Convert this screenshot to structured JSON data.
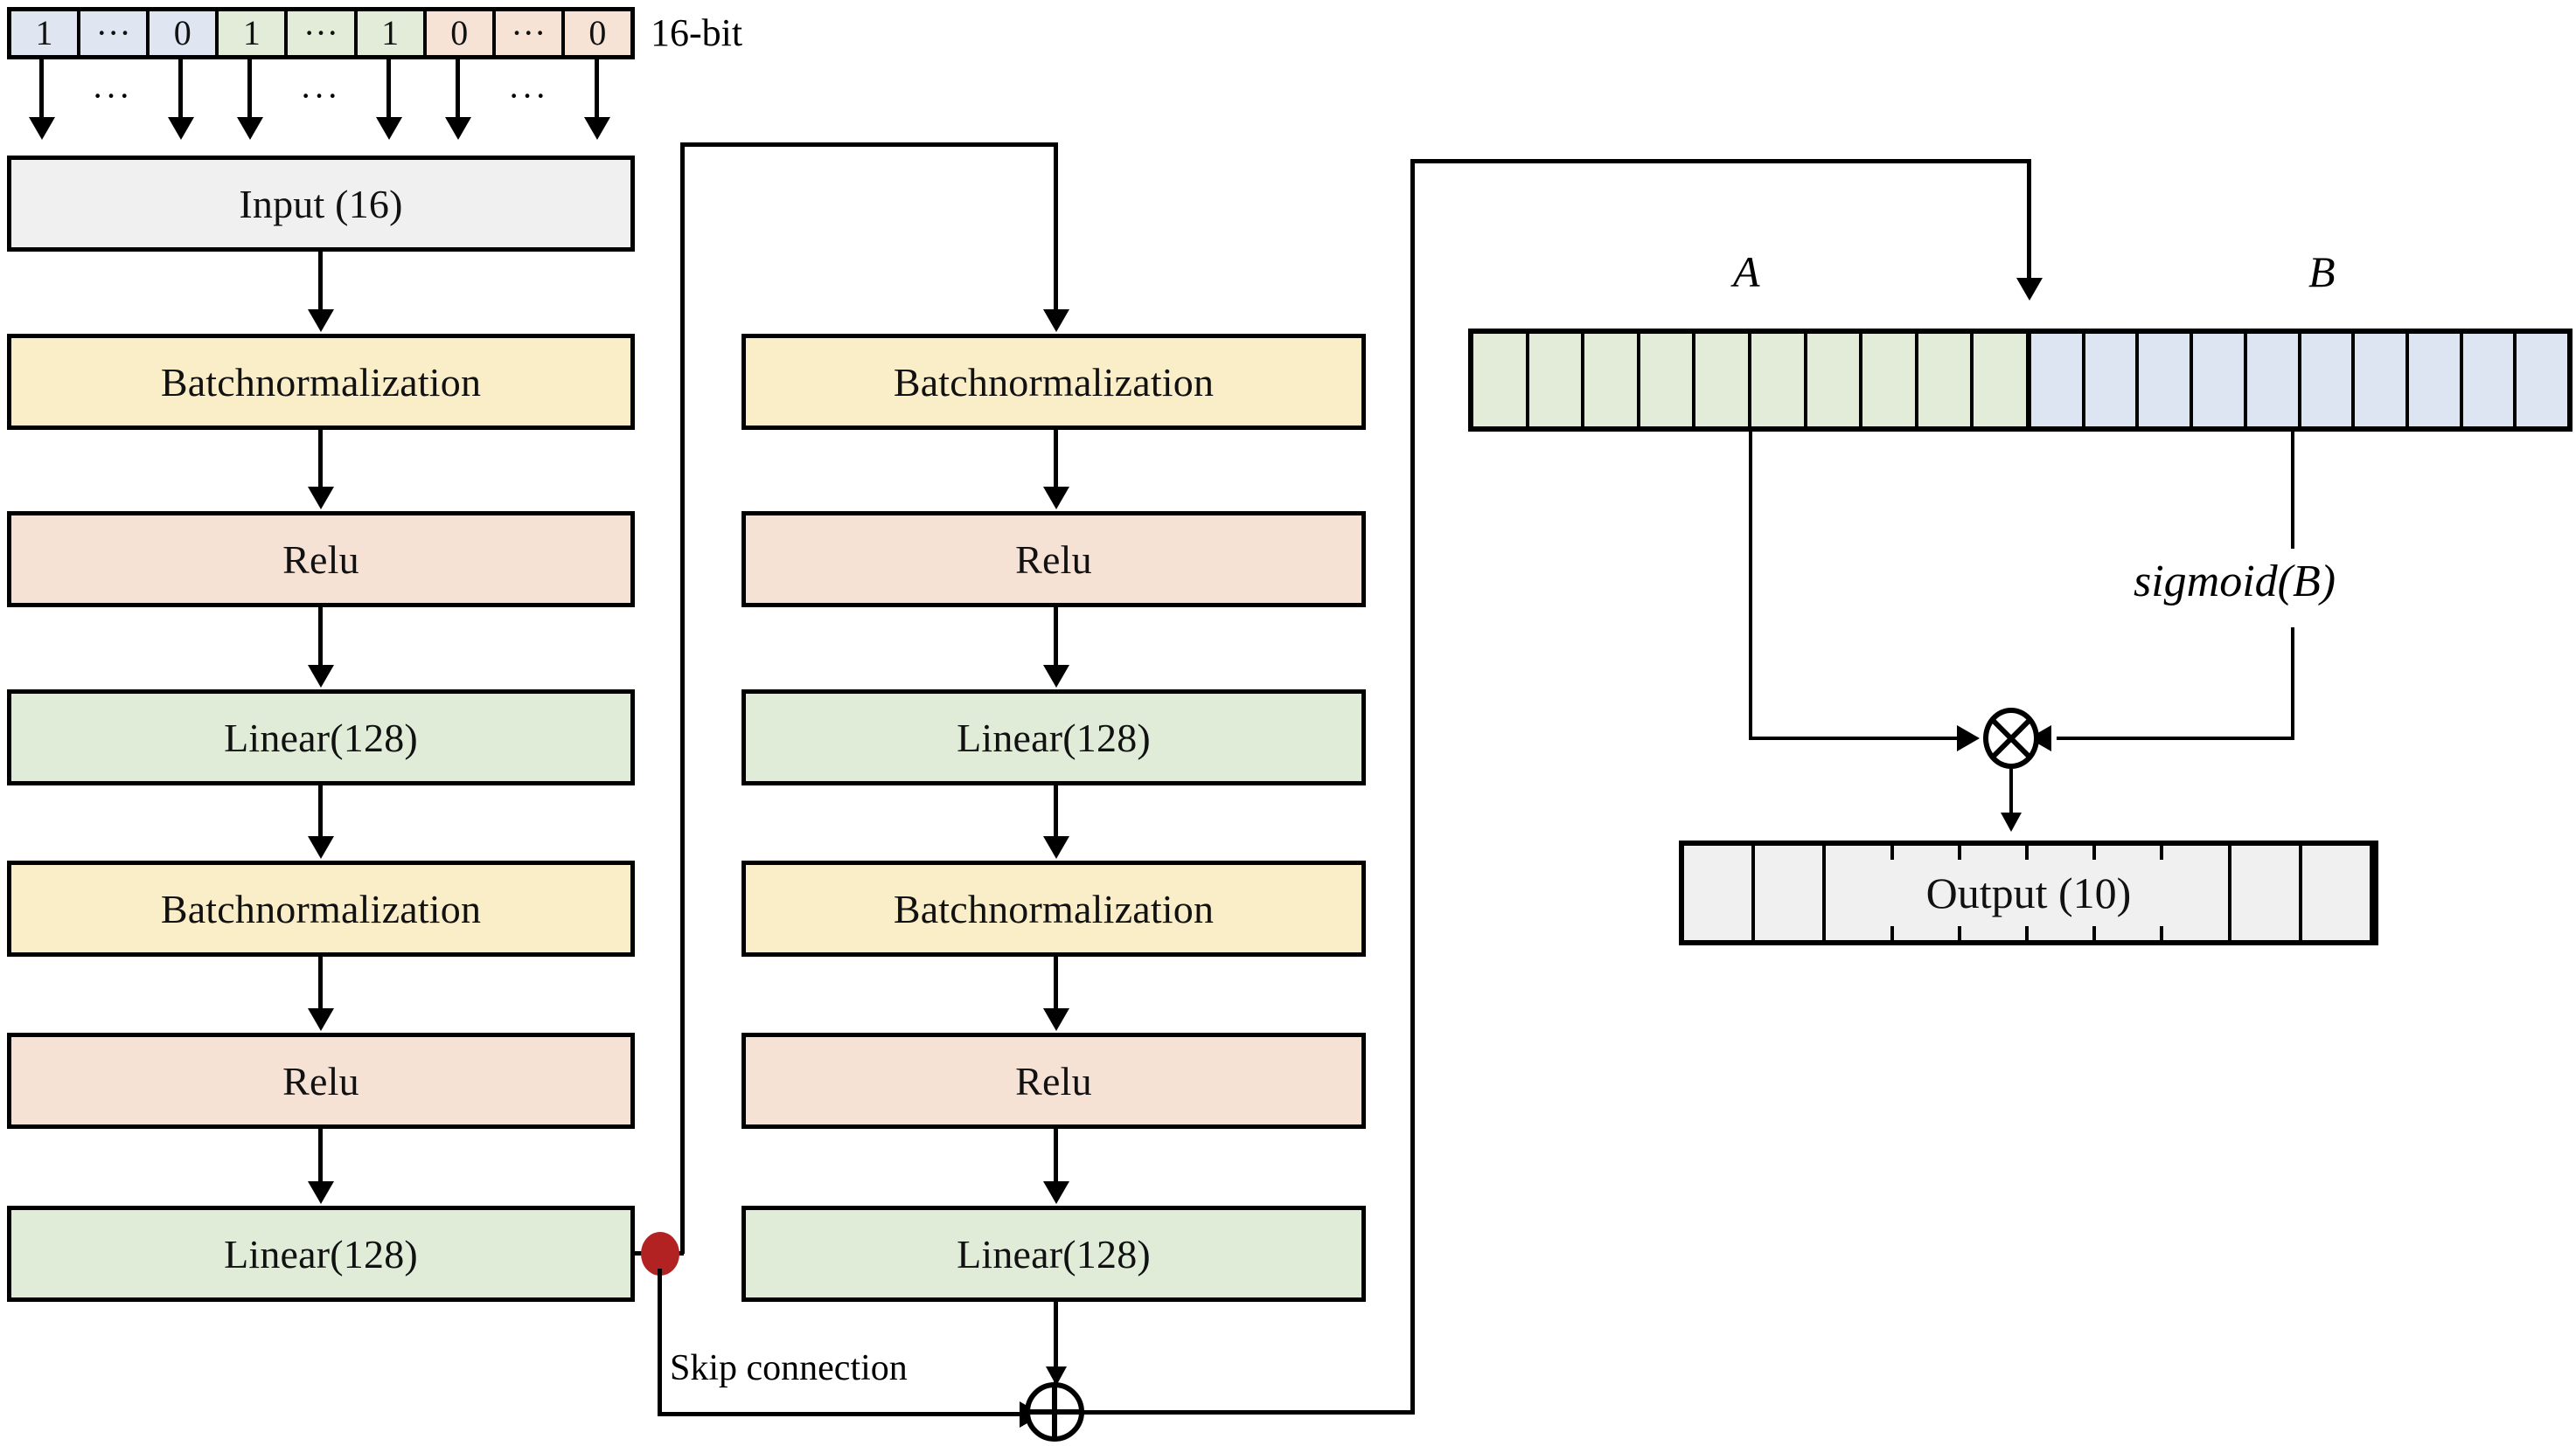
{
  "diagram": {
    "title": "Neural network architecture with bit-encoded input, residual MLP blocks and gated output",
    "bit_input": {
      "label": "16-bit",
      "cells": [
        {
          "text": "1",
          "color_group": "blue"
        },
        {
          "text": "···",
          "color_group": "blue"
        },
        {
          "text": "0",
          "color_group": "blue"
        },
        {
          "text": "1",
          "color_group": "green"
        },
        {
          "text": "···",
          "color_group": "green"
        },
        {
          "text": "1",
          "color_group": "green"
        },
        {
          "text": "0",
          "color_group": "orange"
        },
        {
          "text": "···",
          "color_group": "orange"
        },
        {
          "text": "0",
          "color_group": "orange"
        }
      ],
      "arrow_ellipses": [
        "···",
        "···",
        "···"
      ]
    },
    "column_left": {
      "blocks": [
        {
          "label": "Input (16)",
          "style": "grey"
        },
        {
          "label": "Batchnormalization",
          "style": "yellow"
        },
        {
          "label": "Relu",
          "style": "orange"
        },
        {
          "label": "Linear(128)",
          "style": "green"
        },
        {
          "label": "Batchnormalization",
          "style": "yellow"
        },
        {
          "label": "Relu",
          "style": "orange"
        },
        {
          "label": "Linear(128)",
          "style": "green"
        }
      ]
    },
    "column_middle": {
      "blocks": [
        {
          "label": "Batchnormalization",
          "style": "yellow"
        },
        {
          "label": "Relu",
          "style": "orange"
        },
        {
          "label": "Linear(128)",
          "style": "green"
        },
        {
          "label": "Batchnormalization",
          "style": "yellow"
        },
        {
          "label": "Relu",
          "style": "orange"
        },
        {
          "label": "Linear(128)",
          "style": "green"
        }
      ]
    },
    "skip": {
      "label": "Skip connection",
      "junction_dot_color": "#b22222",
      "adder_symbol": "⊕"
    },
    "gating": {
      "label_a": "A",
      "label_b": "B",
      "sigmoid_label": "sigmoid(B)",
      "multiply_symbol": "⊗",
      "vector_cells_a": 10,
      "vector_cells_b": 10,
      "color_a": "#e2ecd9",
      "color_b": "#dde4f2"
    },
    "output": {
      "label": "Output (10)",
      "cells": 10,
      "style": "grey"
    },
    "colors": {
      "blue": "#dfe6f2",
      "green": "#e2ecd9",
      "orange": "#f7e3d5",
      "yellow": "#faeec9",
      "grey": "#f0f0f0",
      "line": "#000000",
      "dot": "#b22222"
    }
  }
}
